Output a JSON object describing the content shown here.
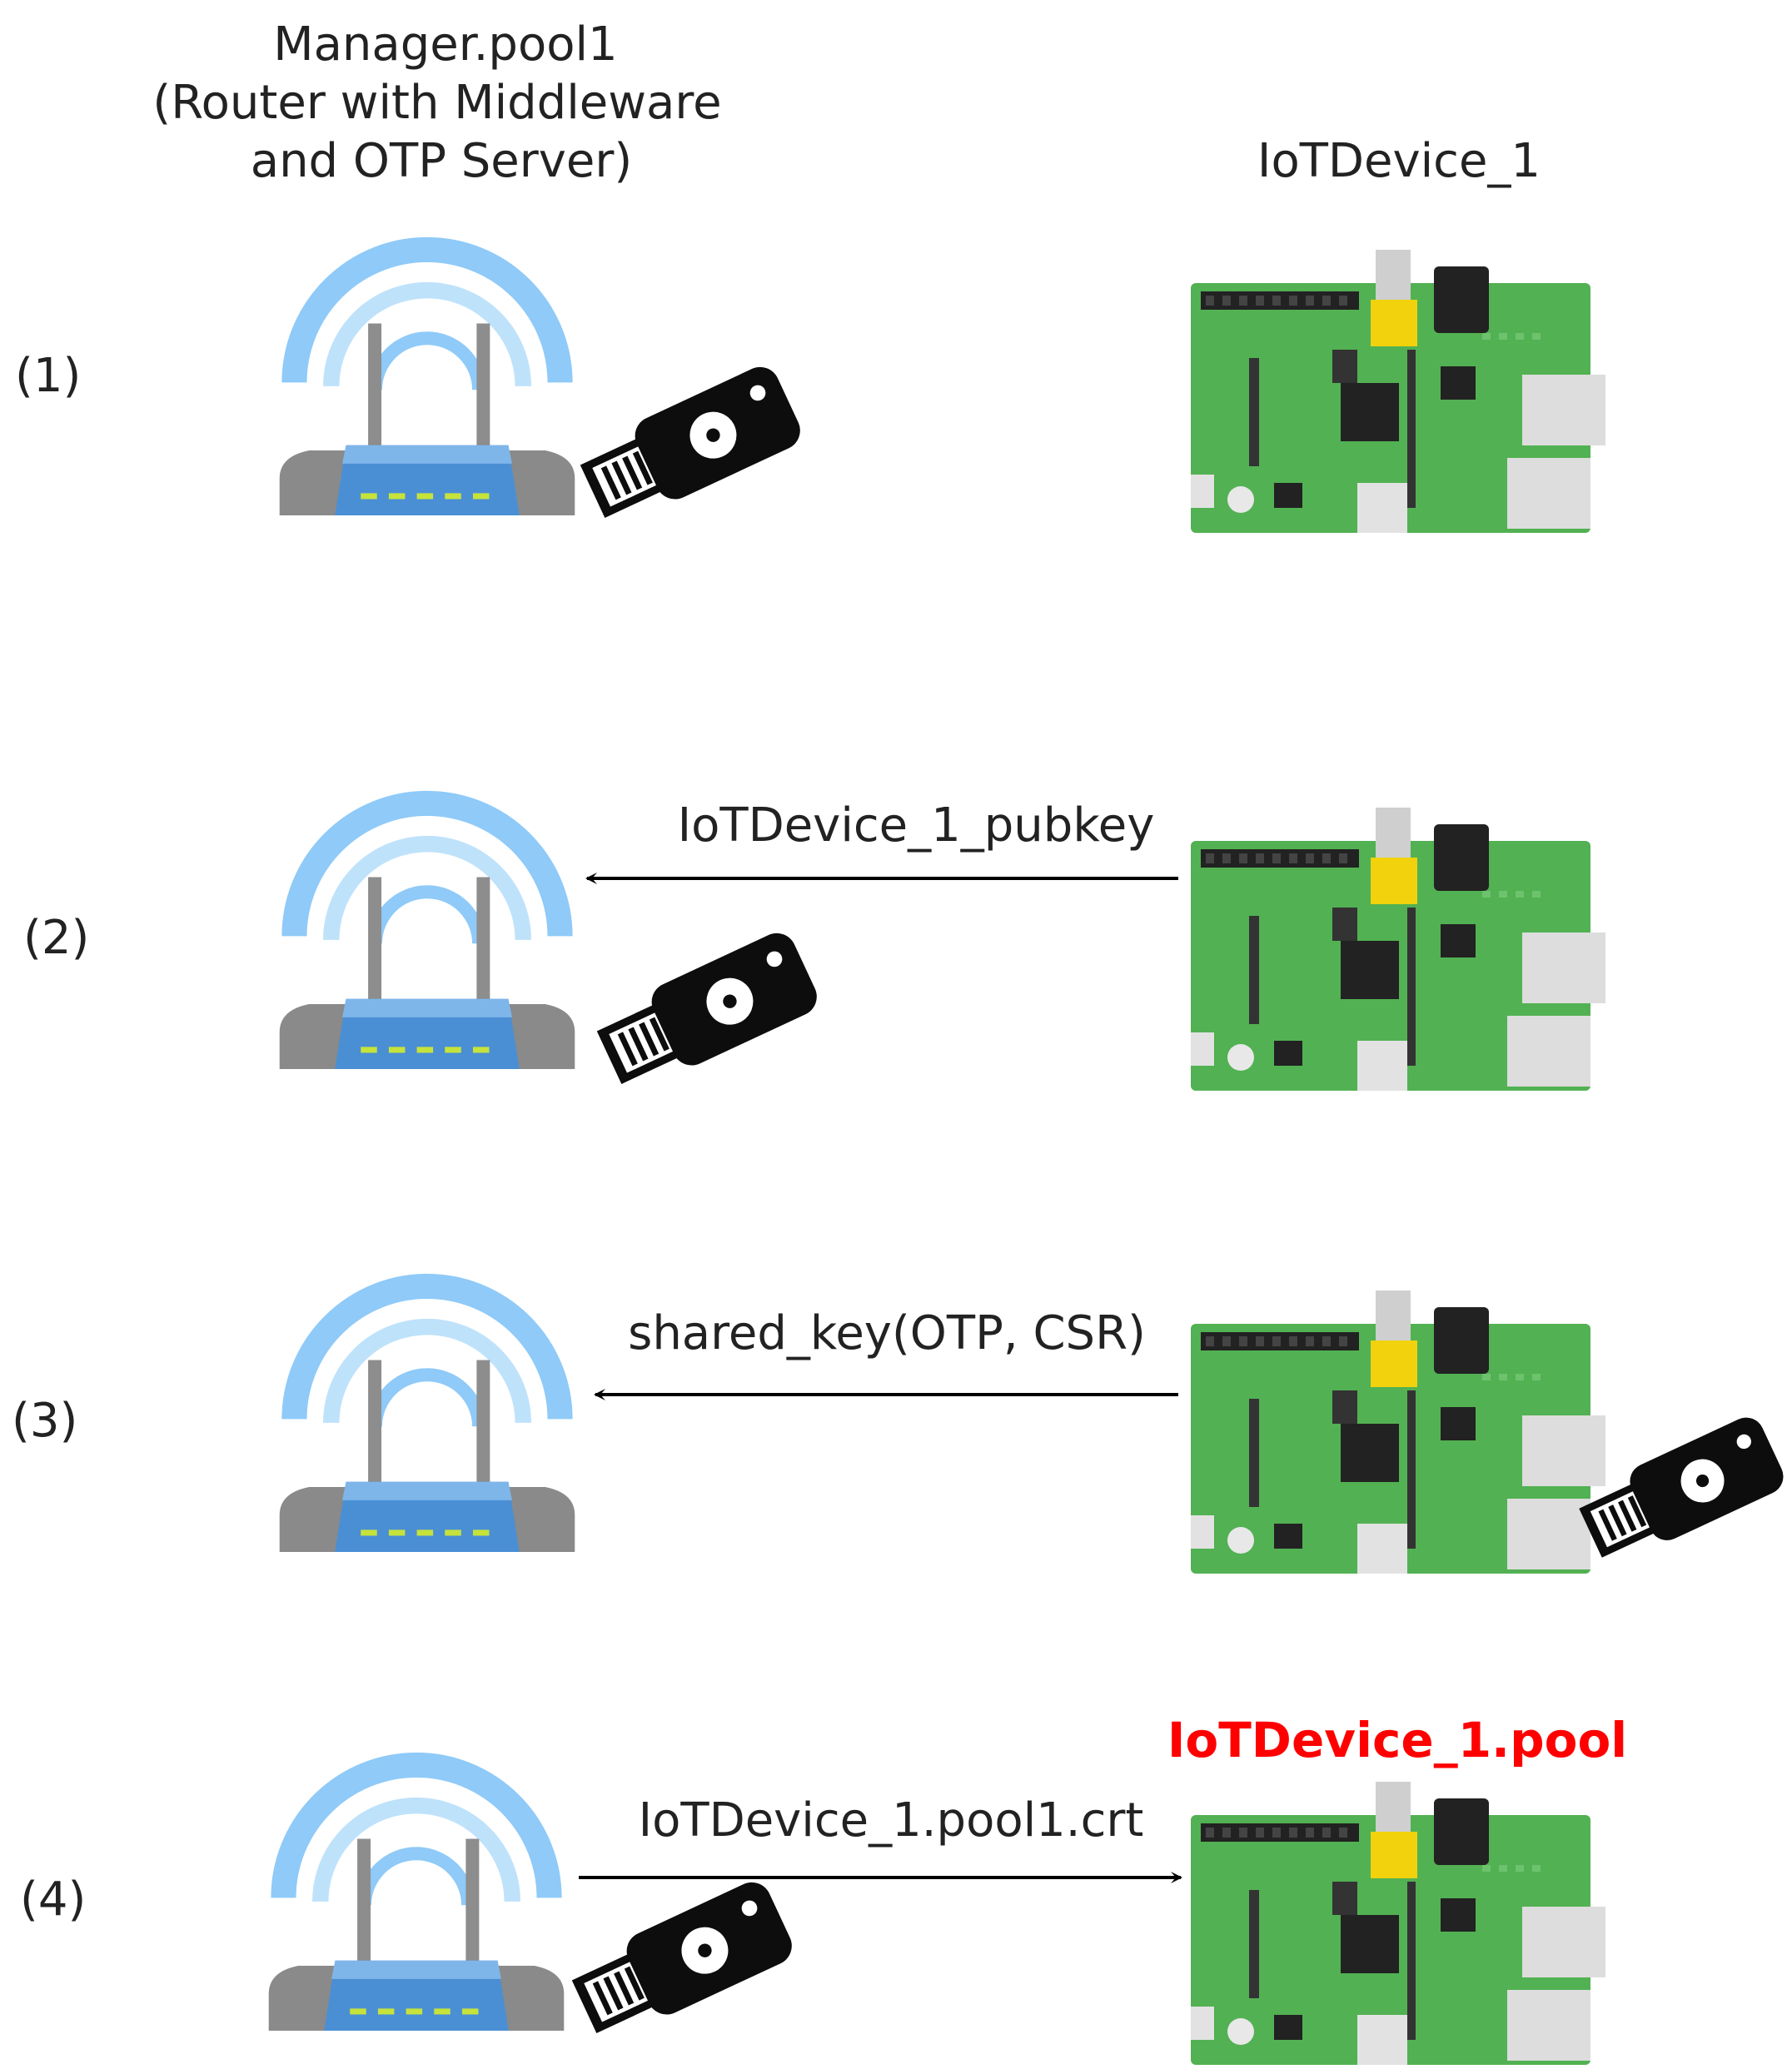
{
  "header": {
    "manager_line1": "Manager.pool1",
    "manager_line2": "(Router with Middleware",
    "manager_line3": "and OTP Server)",
    "device_title": "IoTDevice_1"
  },
  "steps": [
    {
      "label": "(1)"
    },
    {
      "label": "(2)",
      "arrow_label": "IoTDevice_1_pubkey",
      "direction": "to-router"
    },
    {
      "label": "(3)",
      "arrow_label": "shared_key(OTP, CSR)",
      "direction": "to-router"
    },
    {
      "label": "(4)",
      "arrow_label": "IoTDevice_1.pool1.crt",
      "direction": "to-device",
      "device_badge": "IoTDevice_1.pool"
    }
  ],
  "icons": {
    "router": "wifi-router-icon",
    "usb_key": "usb-security-key-icon",
    "board": "raspberry-pi-board-icon"
  },
  "colors": {
    "highlight": "#ff0000",
    "arrow": "#000000",
    "board_green": "#4caf50",
    "wifi_blue": "#90caf9"
  }
}
